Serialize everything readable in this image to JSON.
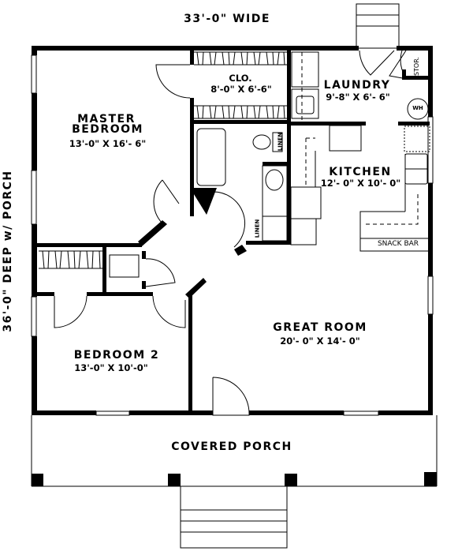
{
  "title_width": "33'-0\" WIDE",
  "title_depth": "36'-0\" DEEP w/ PORCH",
  "rooms": {
    "master_bedroom": {
      "name_line1": "MASTER",
      "name_line2": "BEDROOM",
      "size": "13'-0\" X 16'- 6\""
    },
    "closet": {
      "name": "CLO.",
      "size": "8'-0\" X 6'-6\""
    },
    "laundry": {
      "name": "LAUNDRY",
      "size": "9'-8\" X 6'- 6\""
    },
    "storage": {
      "name": "STOR."
    },
    "water_heater": {
      "name": "WH"
    },
    "kitchen": {
      "name": "KITCHEN",
      "size": "12'- 0\" X 10'- 0\""
    },
    "snack_bar": {
      "name": "SNACK BAR"
    },
    "linen_1": {
      "name": "LINEN"
    },
    "linen_2": {
      "name": "LINEN"
    },
    "bedroom_2": {
      "name": "BEDROOM 2",
      "size": "13'-0\" X 10'-0\""
    },
    "great_room": {
      "name": "GREAT ROOM",
      "size": "20'- 0\" X 14'- 0\""
    },
    "covered_porch": {
      "name": "COVERED PORCH"
    }
  },
  "colors": {
    "wall": "#000000",
    "background": "#ffffff"
  }
}
